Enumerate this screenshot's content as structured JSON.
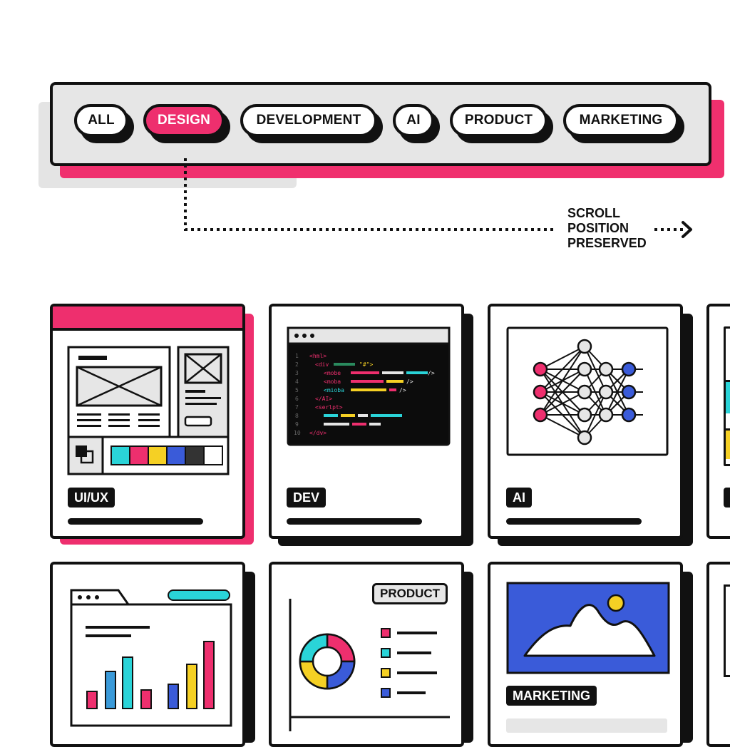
{
  "filter_bar": {
    "chips": [
      "ALL",
      "DESIGN",
      "DEVELOPMENT",
      "AI",
      "PRODUCT",
      "MARKETING"
    ],
    "active_chip": "DESIGN"
  },
  "annotation": {
    "lines": [
      "SCROLL",
      "POSITION",
      "PRESERVED"
    ]
  },
  "cards": {
    "uiux": {
      "label": "UI/UX"
    },
    "dev": {
      "label": "DEV"
    },
    "ai": {
      "label": "AI"
    },
    "product": {
      "tag": "PRODUCT"
    },
    "marketing": {
      "label": "MARKETING"
    }
  },
  "colors": {
    "pink": "#ee2f6e",
    "cyan": "#2ad4d8",
    "yellow": "#f5d024",
    "blue": "#3a5bd9",
    "black": "#111111",
    "gray": "#e6e6e6"
  }
}
